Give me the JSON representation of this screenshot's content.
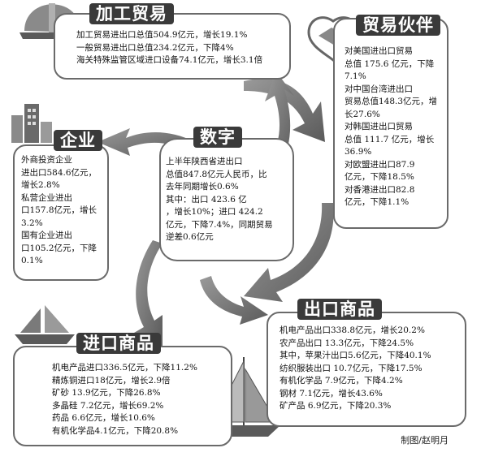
{
  "center": {
    "title": "数字",
    "text": "上半年陕西省进出口\n总值847.8亿元人民币，比\n去年同期增长0.6%\n其中：出口 423.6 亿\n，增长10%；进口 424.2\n亿元，下降7.4%，同期贸易\n逆差0.6亿元"
  },
  "processing": {
    "title": "加工贸易",
    "text": "加工贸易进出口总值504.9亿元，增长19.1%\n一般贸易进出口总值234.2亿元，下降4%\n海关特殊监管区域进口设备74.1亿元，增长3.1倍"
  },
  "partners": {
    "title": "贸易伙伴",
    "text": "对美国进出口贸易\n总值 175.6 亿元，下降\n7.1%\n对中国台湾进出口\n贸易总值148.3亿元，增\n长27.6%\n对韩国进出口贸易\n总值 111.7 亿元，增长\n36.9%\n对欧盟进出口87.9\n亿元，下降18.5%\n对香港进出口82.8\n亿元，下降1.1%"
  },
  "enterprise": {
    "title": "企业",
    "text": "外商投资企业\n进出口584.6亿元，\n增长2.8%\n私营企业进出\n口157.8亿元，增长\n3.2%\n国有企业进出\n口105.2亿元，下降\n0.1%"
  },
  "imports": {
    "title": "进口商品",
    "text": "机电产品进口336.5亿元，下降11.2%\n精炼铜进口18亿元，增长2.9倍\n矿砂 13.9亿元，下降26.8%\n多晶硅 7.2亿元，增长69.2%\n药品 6.6亿元，增长10.6%\n有机化学品4.1亿元，下降20.8%"
  },
  "exports": {
    "title": "出口商品",
    "text": "机电产品出口338.8亿元，增长20.2%\n农产品出口 13.3亿元，下降24.5%\n其中，苹果汁出口5.6亿元，下降40.1%\n纺织服装出口 10.7亿元，下降17.5%\n有机化学品 7.9亿元，下降4.2%\n钢材 7.1亿元，增长43.6%\n矿产品 6.9亿元，下降20.3%"
  },
  "credit": "制图/赵明月"
}
